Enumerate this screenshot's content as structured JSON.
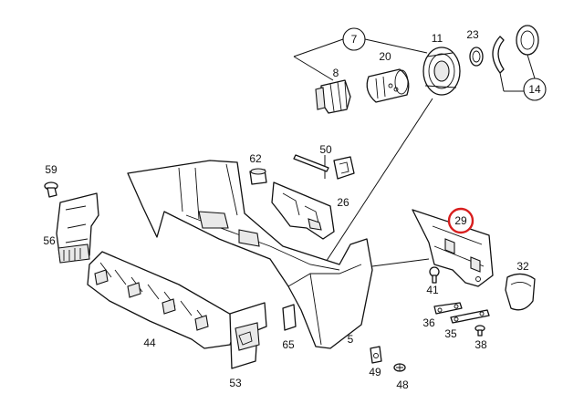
{
  "diagram": {
    "callouts": {
      "c7": "7",
      "c8": "8",
      "c20": "20",
      "c11": "11",
      "c23": "23",
      "c14": "14",
      "c59": "59",
      "c62": "62",
      "c50": "50",
      "c26": "26",
      "c29": "29",
      "c56": "56",
      "c41": "41",
      "c32": "32",
      "c36": "36",
      "c35": "35",
      "c38": "38",
      "c44": "44",
      "c65": "65",
      "c5": "5",
      "c49": "49",
      "c48": "48",
      "c53": "53"
    },
    "highlight_color": "#d81e1e"
  }
}
